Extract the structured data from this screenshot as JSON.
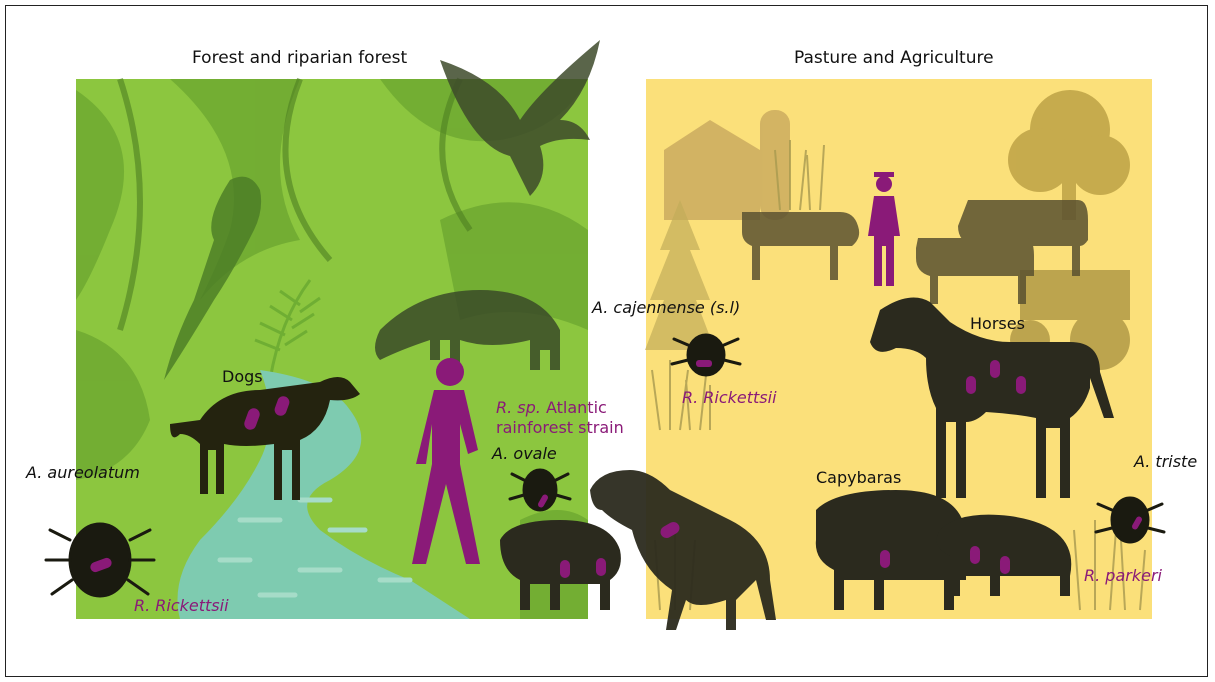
{
  "panels": {
    "left_title": "Forest and riparian forest",
    "right_title": "Pasture and Agriculture"
  },
  "labels": {
    "dogs": "Dogs",
    "horses": "Horses",
    "capybaras": "Capybaras",
    "a_cajennense": "A. cajennense (s.l)",
    "a_aureolatum": "A. aureolatum",
    "a_ovale": "A. ovale",
    "a_triste": "A. triste",
    "r_rickettsii_left": "R. Rickettsii",
    "r_rickettsii_mid": "R. Rickettsii",
    "r_sp_italic": "R. sp.",
    "r_sp_rest": " Atlantic",
    "r_sp_line2": "rainforest strain",
    "r_parkeri": "R. parkeri"
  },
  "colors": {
    "forest_bg": "#8cc63f",
    "pasture_bg": "#fbe07a",
    "silhouette": "#2b2a1e",
    "pathogen": "#8a1a78",
    "river": "#7ecbb0"
  }
}
